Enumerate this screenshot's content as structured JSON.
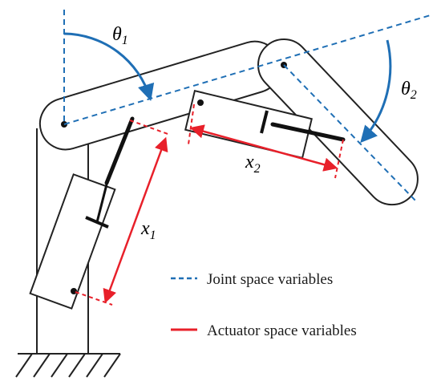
{
  "labels": {
    "theta1": {
      "symbol": "θ",
      "sub": "1"
    },
    "theta2": {
      "symbol": "θ",
      "sub": "2"
    },
    "x1": {
      "symbol": "x",
      "sub": "1"
    },
    "x2": {
      "symbol": "x",
      "sub": "2"
    }
  },
  "legend": {
    "joint": "Joint space variables",
    "actuator": "Actuator space variables"
  },
  "colors": {
    "joint": "#1f6fb5",
    "actuator": "#e8202a",
    "structure": "#222222"
  }
}
